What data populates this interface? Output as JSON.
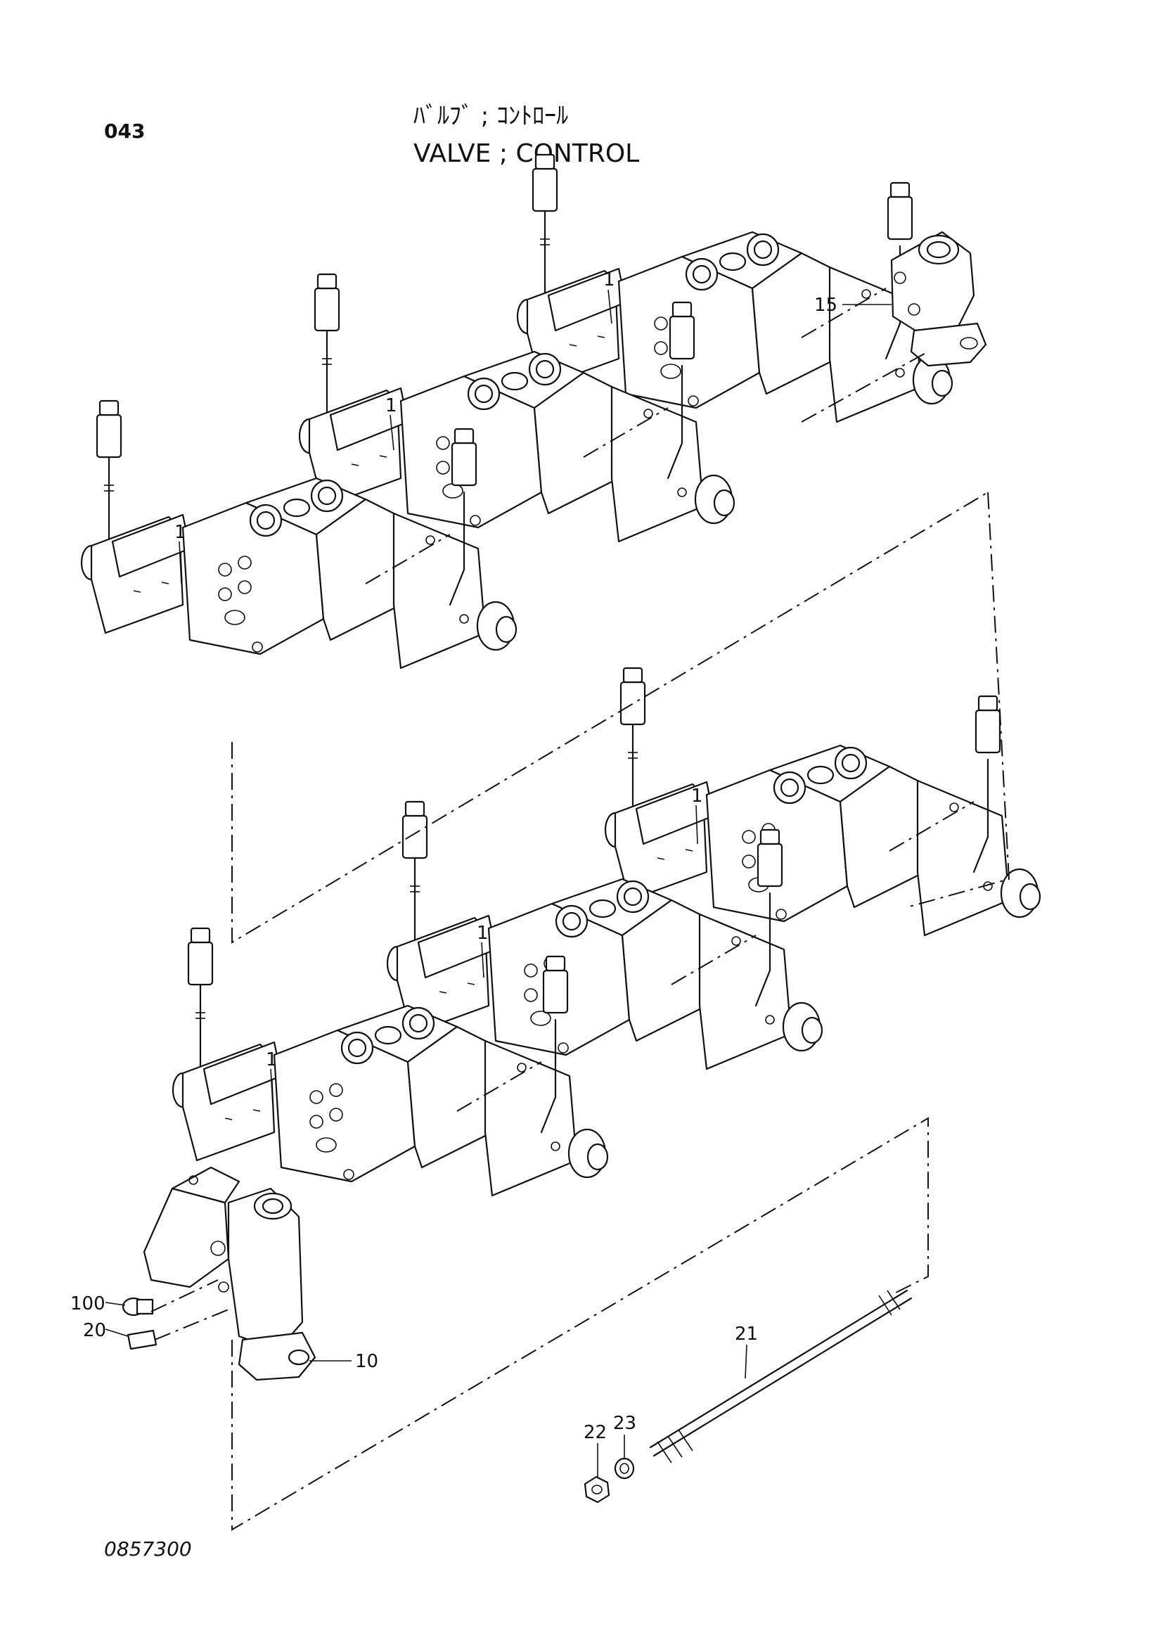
{
  "header": {
    "section_number": "043",
    "title_jp": "ﾊﾞﾙﾌﾞ ; ｺﾝﾄﾛｰﾙ",
    "title_en": "VALVE ; CONTROL"
  },
  "footer": {
    "drawing_number": "0857300"
  },
  "callouts": {
    "section_1_a": "1",
    "section_1_b": "1",
    "section_1_c": "1",
    "section_1_d": "1",
    "section_1_e": "1",
    "section_1_f": "1",
    "end_cover_top": "15",
    "inlet_body": "10",
    "plug": "100",
    "plate": "20",
    "tie_bolt": "21",
    "nut": "22",
    "washer": "23"
  }
}
